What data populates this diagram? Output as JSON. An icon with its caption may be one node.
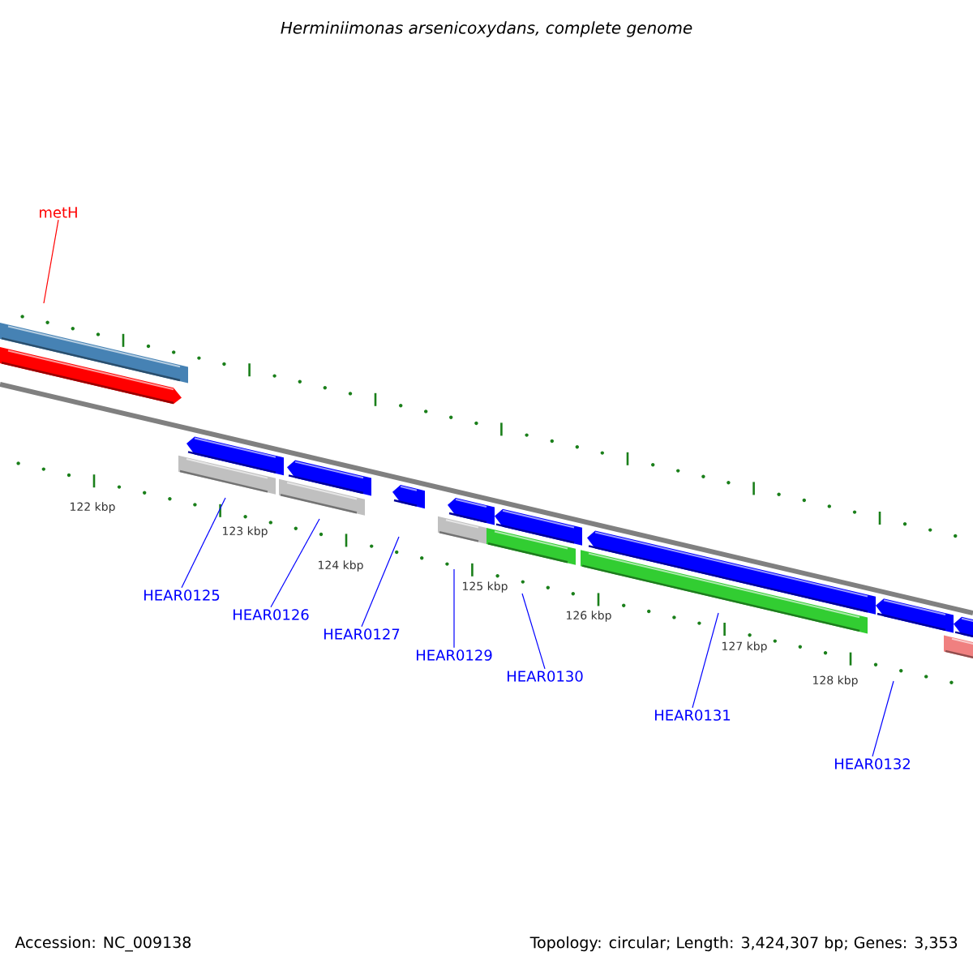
{
  "diagram": {
    "title": "Herminiimonas arsenicoxydans, complete genome",
    "nodes": [
      {
        "text": [
          "metH"
        ]
      },
      {
        "text": [
          "HEAR0125"
        ]
      },
      {
        "text": [
          "HEAR0126"
        ]
      },
      {
        "text": [
          "HEAR0127"
        ]
      },
      {
        "text": [
          "HEAR0129"
        ]
      },
      {
        "text": [
          "HEAR0130"
        ]
      },
      {
        "text": [
          "HEAR0131"
        ]
      },
      {
        "text": [
          "HEAR0132"
        ]
      }
    ],
    "edges": [
      {
        "from": 0,
        "to": null,
        "arrow": "none",
        "color": "#ff0000"
      },
      {
        "from": 1,
        "to": null,
        "arrow": "none"
      },
      {
        "from": 2,
        "to": null,
        "arrow": "none"
      },
      {
        "from": 3,
        "to": null,
        "arrow": "none"
      },
      {
        "from": 4,
        "to": null,
        "arrow": "none"
      },
      {
        "from": 5,
        "to": null,
        "arrow": "none"
      },
      {
        "from": 6,
        "to": null,
        "arrow": "none"
      },
      {
        "from": 7,
        "to": null,
        "arrow": "none"
      }
    ],
    "labels": [
      "122 kbp",
      "123 kbp",
      "124 kbp",
      "125 kbp",
      "126 kbp",
      "127 kbp",
      "128 kbp",
      "Accession: NC_009138",
      "Topology: circular; Length: 3,424,307 bp; Genes: 3,353"
    ]
  }
}
